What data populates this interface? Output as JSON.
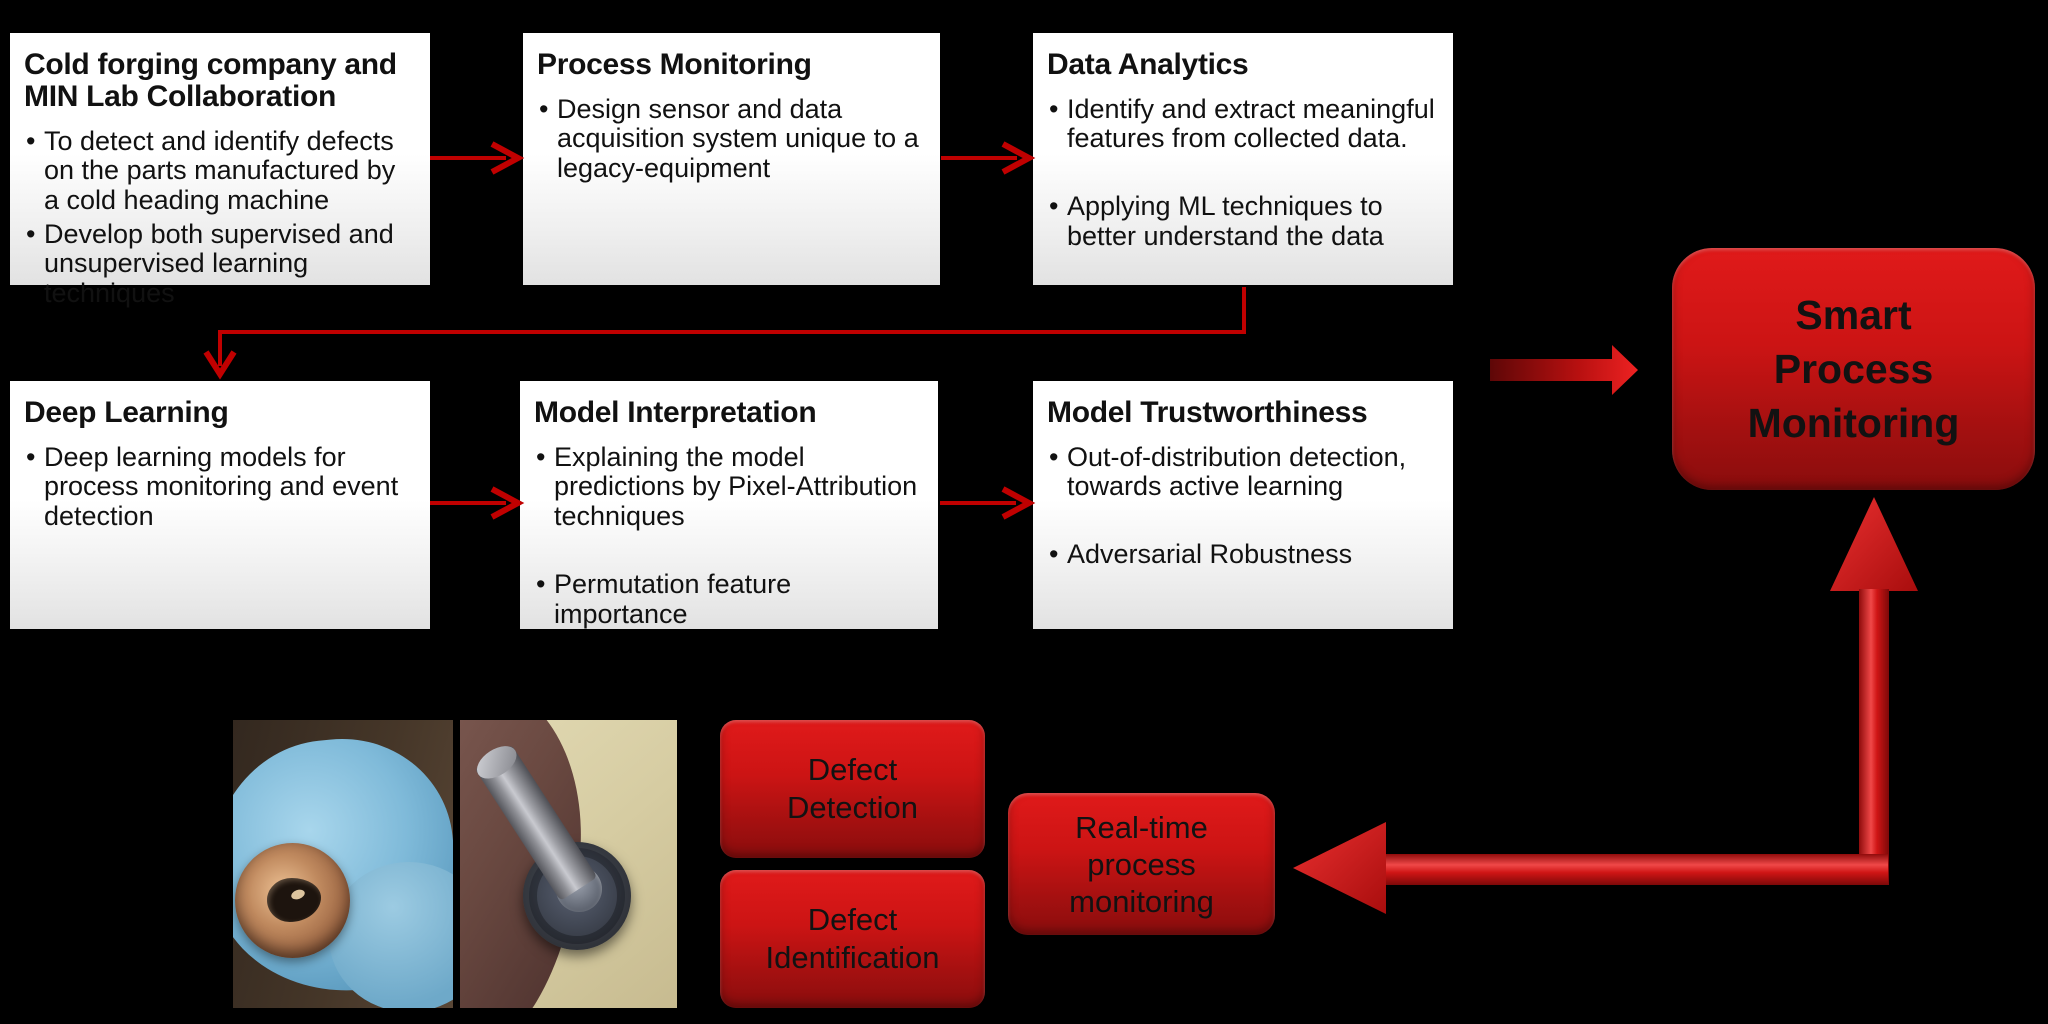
{
  "colors": {
    "background": "#000000",
    "connector_red": "#c00000",
    "block_arrow_bright": "#e82222",
    "node_red_top": "#e01a1a",
    "node_red_bottom": "#8a0d0d",
    "card_top": "#ffffff",
    "card_bottom": "#e2e2e2",
    "text_dark": "#111111"
  },
  "flow_boxes": [
    {
      "title": "Cold forging company and MIN Lab Collaboration",
      "bullets": [
        "To detect and identify defects on the parts manufactured by a cold heading machine",
        "Develop both supervised and unsupervised learning techniques"
      ]
    },
    {
      "title": "Process Monitoring",
      "bullets": [
        "Design sensor and data acquisition system unique to a legacy-equipment"
      ]
    },
    {
      "title": "Data Analytics",
      "bullets": [
        "Identify and extract meaningful features from collected data.",
        "Applying ML techniques to better understand the data"
      ]
    },
    {
      "title": "Deep Learning",
      "bullets": [
        "Deep learning models for process monitoring and event detection"
      ]
    },
    {
      "title": "Model Interpretation",
      "bullets": [
        "Explaining the model predictions by Pixel-Attribution techniques",
        "Permutation feature importance"
      ]
    },
    {
      "title": "Model Trustworthiness",
      "bullets": [
        "Out-of-distribution detection, towards active learning",
        "Adversarial Robustness"
      ]
    }
  ],
  "result_node": {
    "lines": [
      "Smart",
      "Process",
      "Monitoring"
    ]
  },
  "outcome_nodes": [
    {
      "lines": [
        "Defect",
        "Detection"
      ]
    },
    {
      "lines": [
        "Defect",
        "Identification"
      ]
    },
    {
      "lines": [
        "Real-time",
        "process",
        "monitoring"
      ]
    }
  ]
}
